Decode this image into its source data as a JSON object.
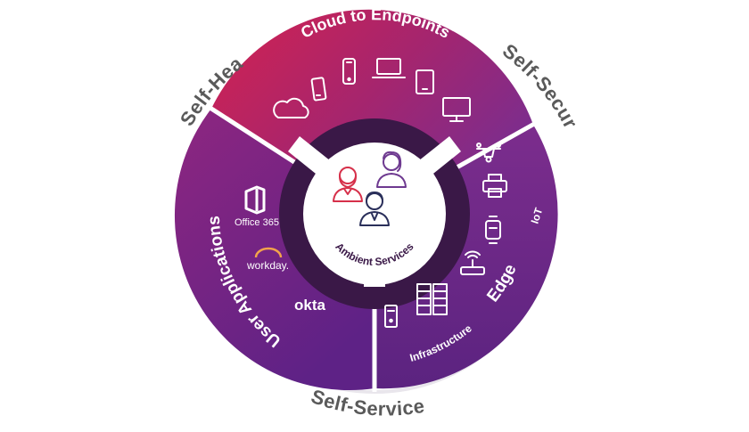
{
  "outer_labels": {
    "self_heal": "Self-Heal",
    "self_secure": "Self-Secure",
    "self_service": "Self-Service"
  },
  "segments": {
    "cloud": {
      "label": "Cloud to Endpoints"
    },
    "edge": {
      "label": "Edge",
      "iot": "IoT",
      "infrastructure": "Infrastructure"
    },
    "apps": {
      "label": "User Applications",
      "office": "Office 365",
      "workday": "workday.",
      "okta": "okta"
    }
  },
  "center": {
    "label": "Ambient Services"
  },
  "colors": {
    "magenta": "#c8224f",
    "purple": "#7b2d8e",
    "deep_purple": "#5b2380",
    "ring_dark": "#3a1847",
    "person_red": "#d6304a",
    "person_purple": "#6e3a90",
    "person_navy": "#2a2f5a",
    "outer_text": "#5a5a5a"
  },
  "icons": {
    "cloud": [
      "cloud-icon",
      "tablet-phone-icon",
      "smartphone-icon",
      "laptop-icon",
      "tablet-icon",
      "monitor-icon"
    ],
    "edge": [
      "drone-icon",
      "printer-icon",
      "smartwatch-icon",
      "router-icon",
      "server-rack-icon",
      "desktop-tower-icon"
    ]
  }
}
